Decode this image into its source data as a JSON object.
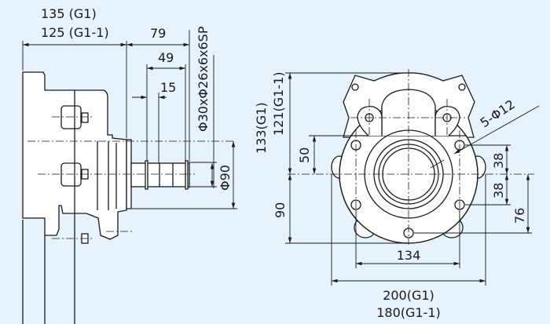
{
  "side_view": {
    "length_g1": "135 (G1)",
    "length_g1_1": "125 (G1-1)",
    "shaft_length": "79",
    "spline_length": "49",
    "key_offset": "15",
    "shaft_spec": "Φ30xΦ26x6x6SP",
    "pilot_diameter": "Φ90"
  },
  "front_view": {
    "height_g1": "133(G1)",
    "height_g1_1": "121(G1-1)",
    "upper_offset": "50",
    "lower_height": "90",
    "hole_spec": "5-Φ12",
    "hole_offset_upper": "38",
    "hole_offset_lower": "38",
    "bottom_hole_offset": "76",
    "hole_spacing": "134",
    "width_g1": "200(G1)",
    "width_g1_1": "180(G1-1)"
  },
  "colors": {
    "background": "#e6f3fc",
    "line": "#1a1a1a"
  }
}
